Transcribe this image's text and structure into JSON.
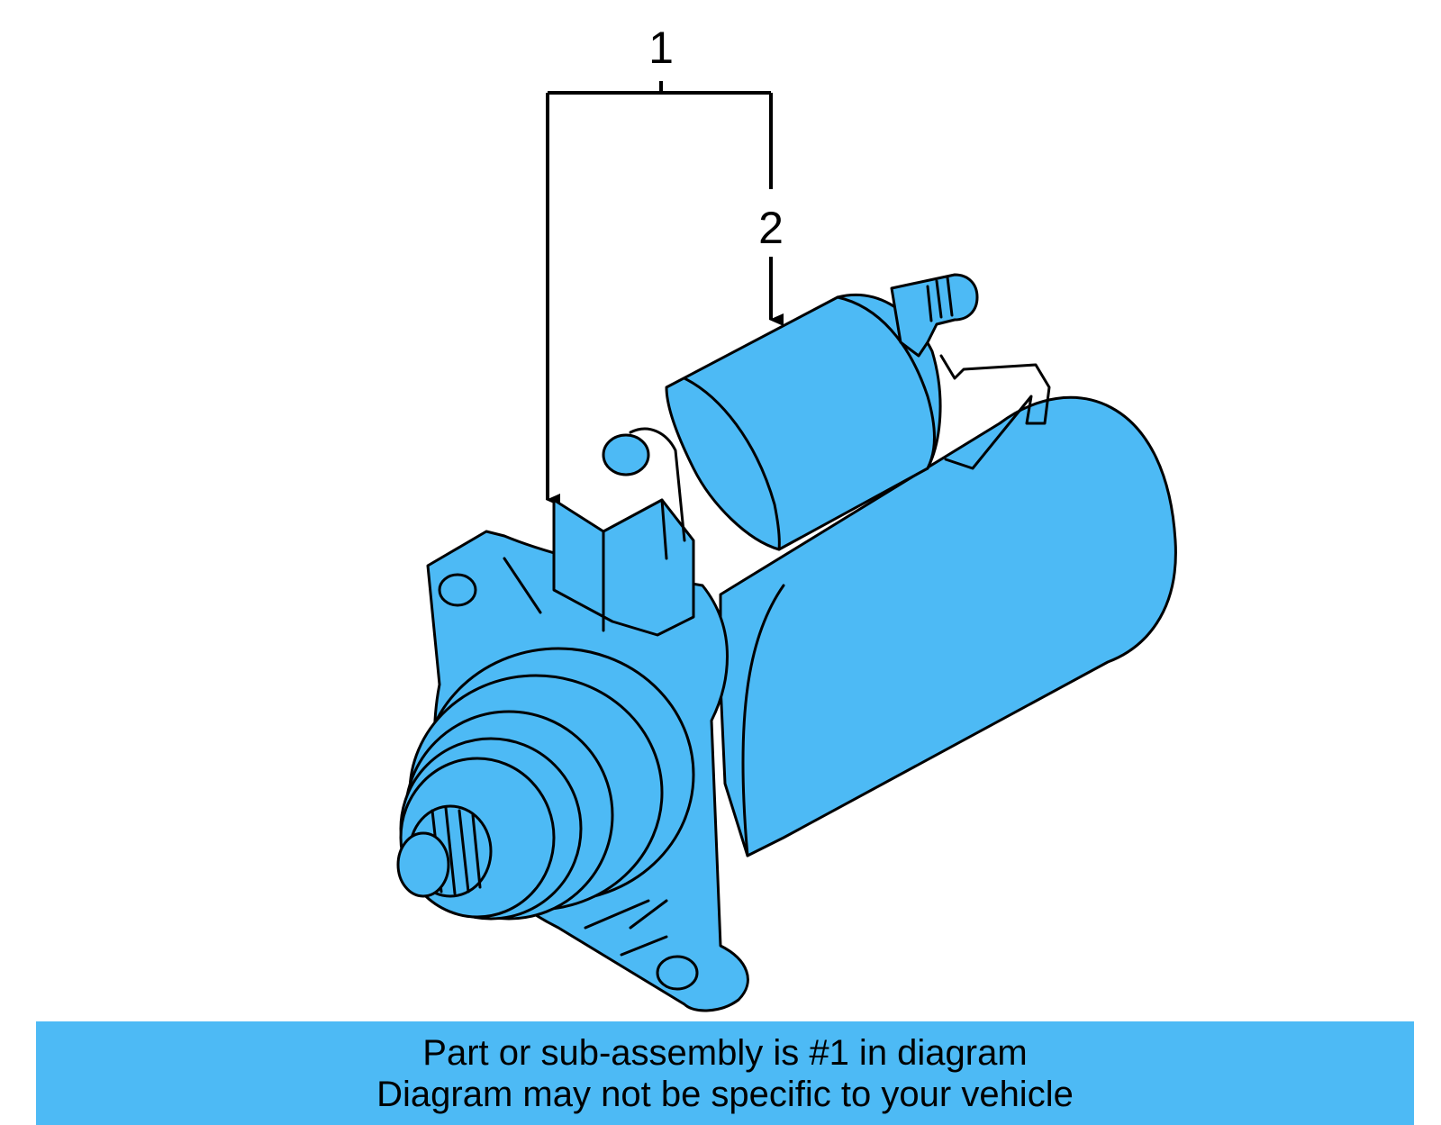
{
  "callouts": {
    "label_1": "1",
    "label_2": "2"
  },
  "caption": {
    "line1": "Part or sub-assembly is #1 in diagram",
    "line2": "Diagram may not be specific to your vehicle"
  },
  "colors": {
    "part_fill": "#4dbaf5",
    "caption_bar": "#4dbaf5",
    "outline": "#000000"
  }
}
